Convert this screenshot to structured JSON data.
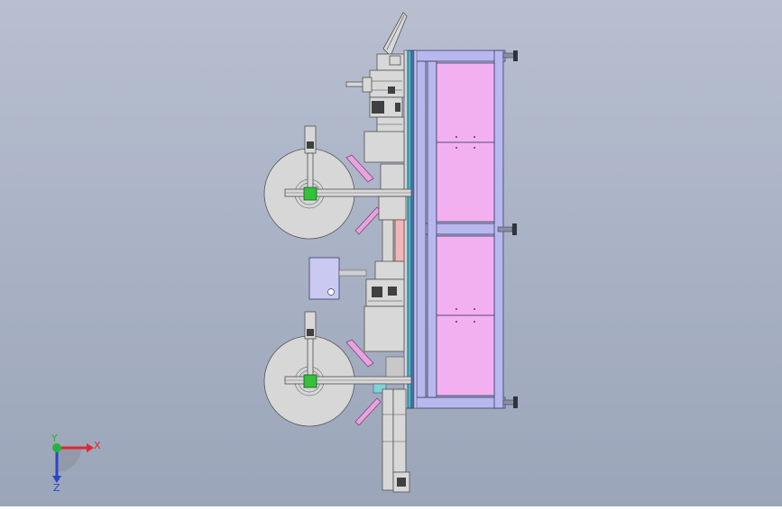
{
  "viewport": {
    "background_top": "#b7bfd0",
    "background_bottom": "#9ba5b9"
  },
  "colors": {
    "frame": "#b7b8ee",
    "frame_edge": "#3d3d6a",
    "panel_fill": "#f3b0f1",
    "rail_teal": "#3fbcc1",
    "rail_blue": "#4f74b8",
    "reel_fill": "#d7d7d7",
    "reel_edge": "#555555",
    "hub_green": "#34c23a",
    "guide_pink": "#e7a2df",
    "box_fill": "#c9c9f2",
    "mech_fill": "#d8d8d8",
    "pink_strip": "#f2b6b6"
  },
  "triad": {
    "x_label": "X",
    "y_label": "Y",
    "z_label": "Z",
    "x_color": "#e3262c",
    "y_color": "#27b33a",
    "z_color": "#2a45c6"
  }
}
